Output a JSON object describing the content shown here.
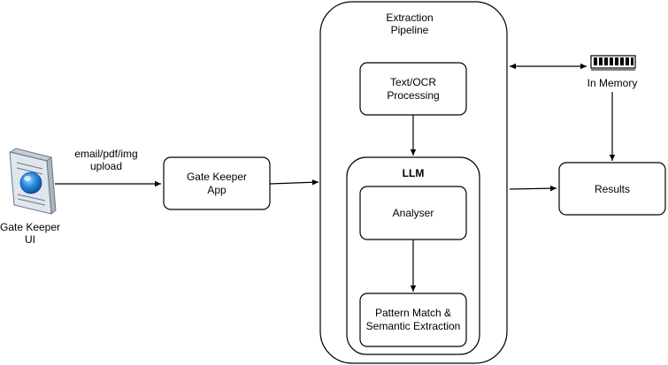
{
  "nodes": {
    "gatekeeper_ui": {
      "line1": "Gate Keeper",
      "line2": "UI",
      "icon": "web-page-globe-icon"
    },
    "upload_label": {
      "line1": "email/pdf/img",
      "line2": "upload"
    },
    "gatekeeper_app": {
      "line1": "Gate Keeper",
      "line2": "App"
    },
    "extraction_pipeline": {
      "line1": "Extraction",
      "line2": "Pipeline"
    },
    "text_ocr": {
      "line1": "Text/OCR",
      "line2": "Processing"
    },
    "llm": {
      "label": "LLM"
    },
    "analyser": {
      "label": "Analyser"
    },
    "pattern_match": {
      "line1": "Pattern Match &",
      "line2": "Semantic Extraction"
    },
    "in_memory": {
      "label": "In Memory",
      "icon": "memory-module-icon"
    },
    "results": {
      "label": "Results"
    }
  },
  "edges": [
    {
      "from": "gatekeeper_ui",
      "to": "gatekeeper_app",
      "label": "email/pdf/img upload"
    },
    {
      "from": "gatekeeper_app",
      "to": "extraction_pipeline"
    },
    {
      "from": "text_ocr",
      "to": "llm"
    },
    {
      "from": "analyser",
      "to": "pattern_match"
    },
    {
      "from": "extraction_pipeline",
      "to": "in_memory",
      "bidirectional": true
    },
    {
      "from": "in_memory",
      "to": "results"
    },
    {
      "from": "extraction_pipeline",
      "to": "results"
    }
  ],
  "colors": {
    "stroke": "#000000",
    "globe": "#1e7fd6",
    "page": "#dfe6ee"
  }
}
